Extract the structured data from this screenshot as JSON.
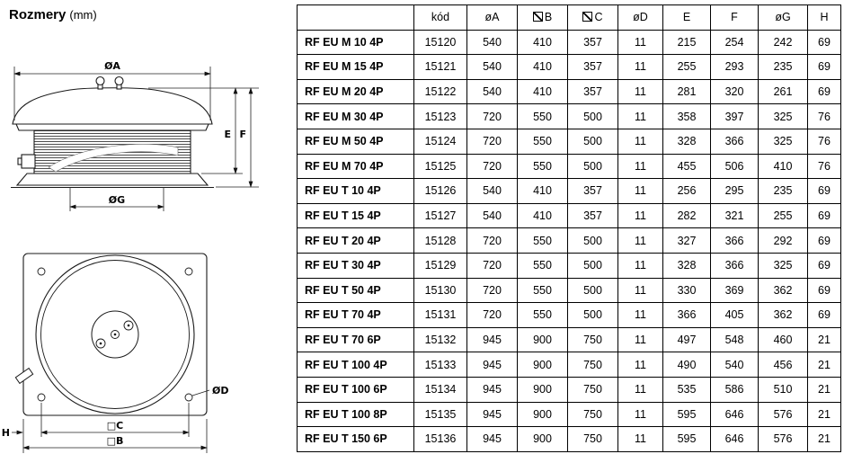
{
  "page": {
    "title": "Rozmery",
    "unit": "(mm)"
  },
  "drawing": {
    "labels": {
      "dia_a": "ØA",
      "e": "E",
      "f": "F",
      "dia_g": "ØG",
      "dia_d": "ØD",
      "sq_c": "□C",
      "sq_b": "□B",
      "h": "H"
    }
  },
  "table": {
    "headers": [
      "",
      "kód",
      "øA",
      "⧄B",
      "⧄C",
      "øD",
      "E",
      "F",
      "øG",
      "H"
    ],
    "rows": [
      {
        "model": "RF EU M 10 4P",
        "values": [
          "15120",
          "540",
          "410",
          "357",
          "11",
          "215",
          "254",
          "242",
          "69"
        ]
      },
      {
        "model": "RF EU M 15 4P",
        "values": [
          "15121",
          "540",
          "410",
          "357",
          "11",
          "255",
          "293",
          "235",
          "69"
        ]
      },
      {
        "model": "RF EU M 20 4P",
        "values": [
          "15122",
          "540",
          "410",
          "357",
          "11",
          "281",
          "320",
          "261",
          "69"
        ]
      },
      {
        "model": "RF EU M 30 4P",
        "values": [
          "15123",
          "720",
          "550",
          "500",
          "11",
          "358",
          "397",
          "325",
          "76"
        ]
      },
      {
        "model": "RF EU M 50 4P",
        "values": [
          "15124",
          "720",
          "550",
          "500",
          "11",
          "328",
          "366",
          "325",
          "76"
        ]
      },
      {
        "model": "RF EU M 70 4P",
        "values": [
          "15125",
          "720",
          "550",
          "500",
          "11",
          "455",
          "506",
          "410",
          "76"
        ]
      },
      {
        "model": "RF EU T 10 4P",
        "values": [
          "15126",
          "540",
          "410",
          "357",
          "11",
          "256",
          "295",
          "235",
          "69"
        ]
      },
      {
        "model": "RF EU T 15 4P",
        "values": [
          "15127",
          "540",
          "410",
          "357",
          "11",
          "282",
          "321",
          "255",
          "69"
        ]
      },
      {
        "model": "RF EU T 20 4P",
        "values": [
          "15128",
          "720",
          "550",
          "500",
          "11",
          "327",
          "366",
          "292",
          "69"
        ]
      },
      {
        "model": "RF EU T 30 4P",
        "values": [
          "15129",
          "720",
          "550",
          "500",
          "11",
          "328",
          "366",
          "325",
          "69"
        ]
      },
      {
        "model": "RF EU T 50 4P",
        "values": [
          "15130",
          "720",
          "550",
          "500",
          "11",
          "330",
          "369",
          "362",
          "69"
        ]
      },
      {
        "model": "RF EU T 70 4P",
        "values": [
          "15131",
          "720",
          "550",
          "500",
          "11",
          "366",
          "405",
          "362",
          "69"
        ]
      },
      {
        "model": "RF EU T 70 6P",
        "values": [
          "15132",
          "945",
          "900",
          "750",
          "11",
          "497",
          "548",
          "460",
          "21"
        ]
      },
      {
        "model": "RF EU T 100 4P",
        "values": [
          "15133",
          "945",
          "900",
          "750",
          "11",
          "490",
          "540",
          "456",
          "21"
        ]
      },
      {
        "model": "RF EU T 100 6P",
        "values": [
          "15134",
          "945",
          "900",
          "750",
          "11",
          "535",
          "586",
          "510",
          "21"
        ]
      },
      {
        "model": "RF EU T 100 8P",
        "values": [
          "15135",
          "945",
          "900",
          "750",
          "11",
          "595",
          "646",
          "576",
          "21"
        ]
      },
      {
        "model": "RF EU T 150 6P",
        "values": [
          "15136",
          "945",
          "900",
          "750",
          "11",
          "595",
          "646",
          "576",
          "21"
        ]
      }
    ]
  }
}
